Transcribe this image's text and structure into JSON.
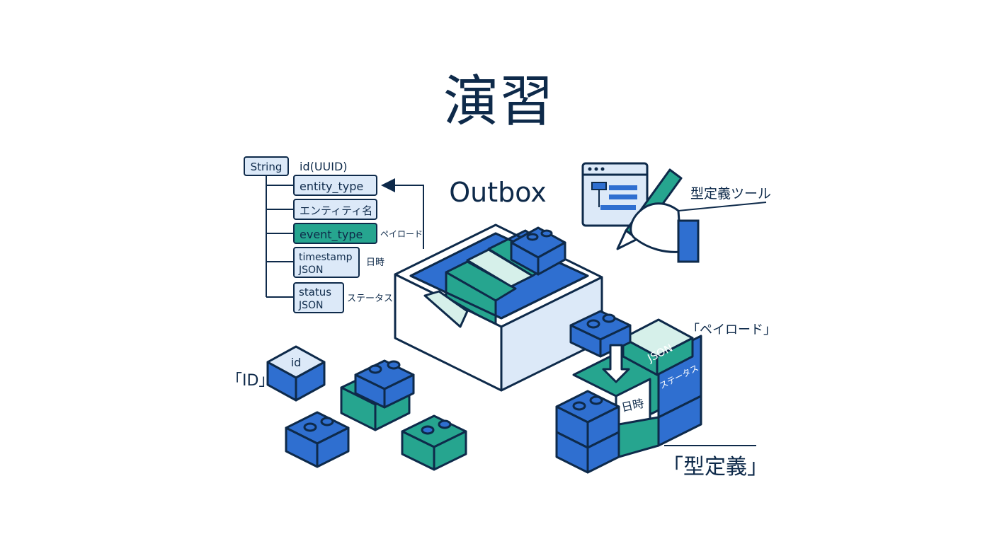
{
  "title": "演習",
  "center_label": "Outbox",
  "schema": {
    "type_label": "String",
    "root_field": "id(UUID)",
    "fields": [
      {
        "name": "entity_type",
        "highlight": false,
        "note": ""
      },
      {
        "name": "エンティティ名",
        "highlight": false,
        "note": ""
      },
      {
        "name": "event_type",
        "highlight": true,
        "note": "ペイロード"
      },
      {
        "name": "timestamp",
        "sub": "JSON",
        "highlight": false,
        "note": "日時"
      },
      {
        "name": "status",
        "sub": "JSON",
        "highlight": false,
        "note": "ステータス"
      }
    ]
  },
  "labels": {
    "id_label": "「ID」",
    "id_block_text": "id",
    "tool_label": "型定義ツール",
    "payload_label": "「ペイロード」",
    "type_def_label": "「型定義」",
    "block_json": "JSON",
    "block_status": "ステータス",
    "block_datetime": "日時"
  },
  "colors": {
    "navy": "#0e2a4a",
    "blue": "#2f6fd0",
    "blue_light": "#dce9f8",
    "teal": "#26a58f",
    "teal_light": "#d6f0ea"
  }
}
